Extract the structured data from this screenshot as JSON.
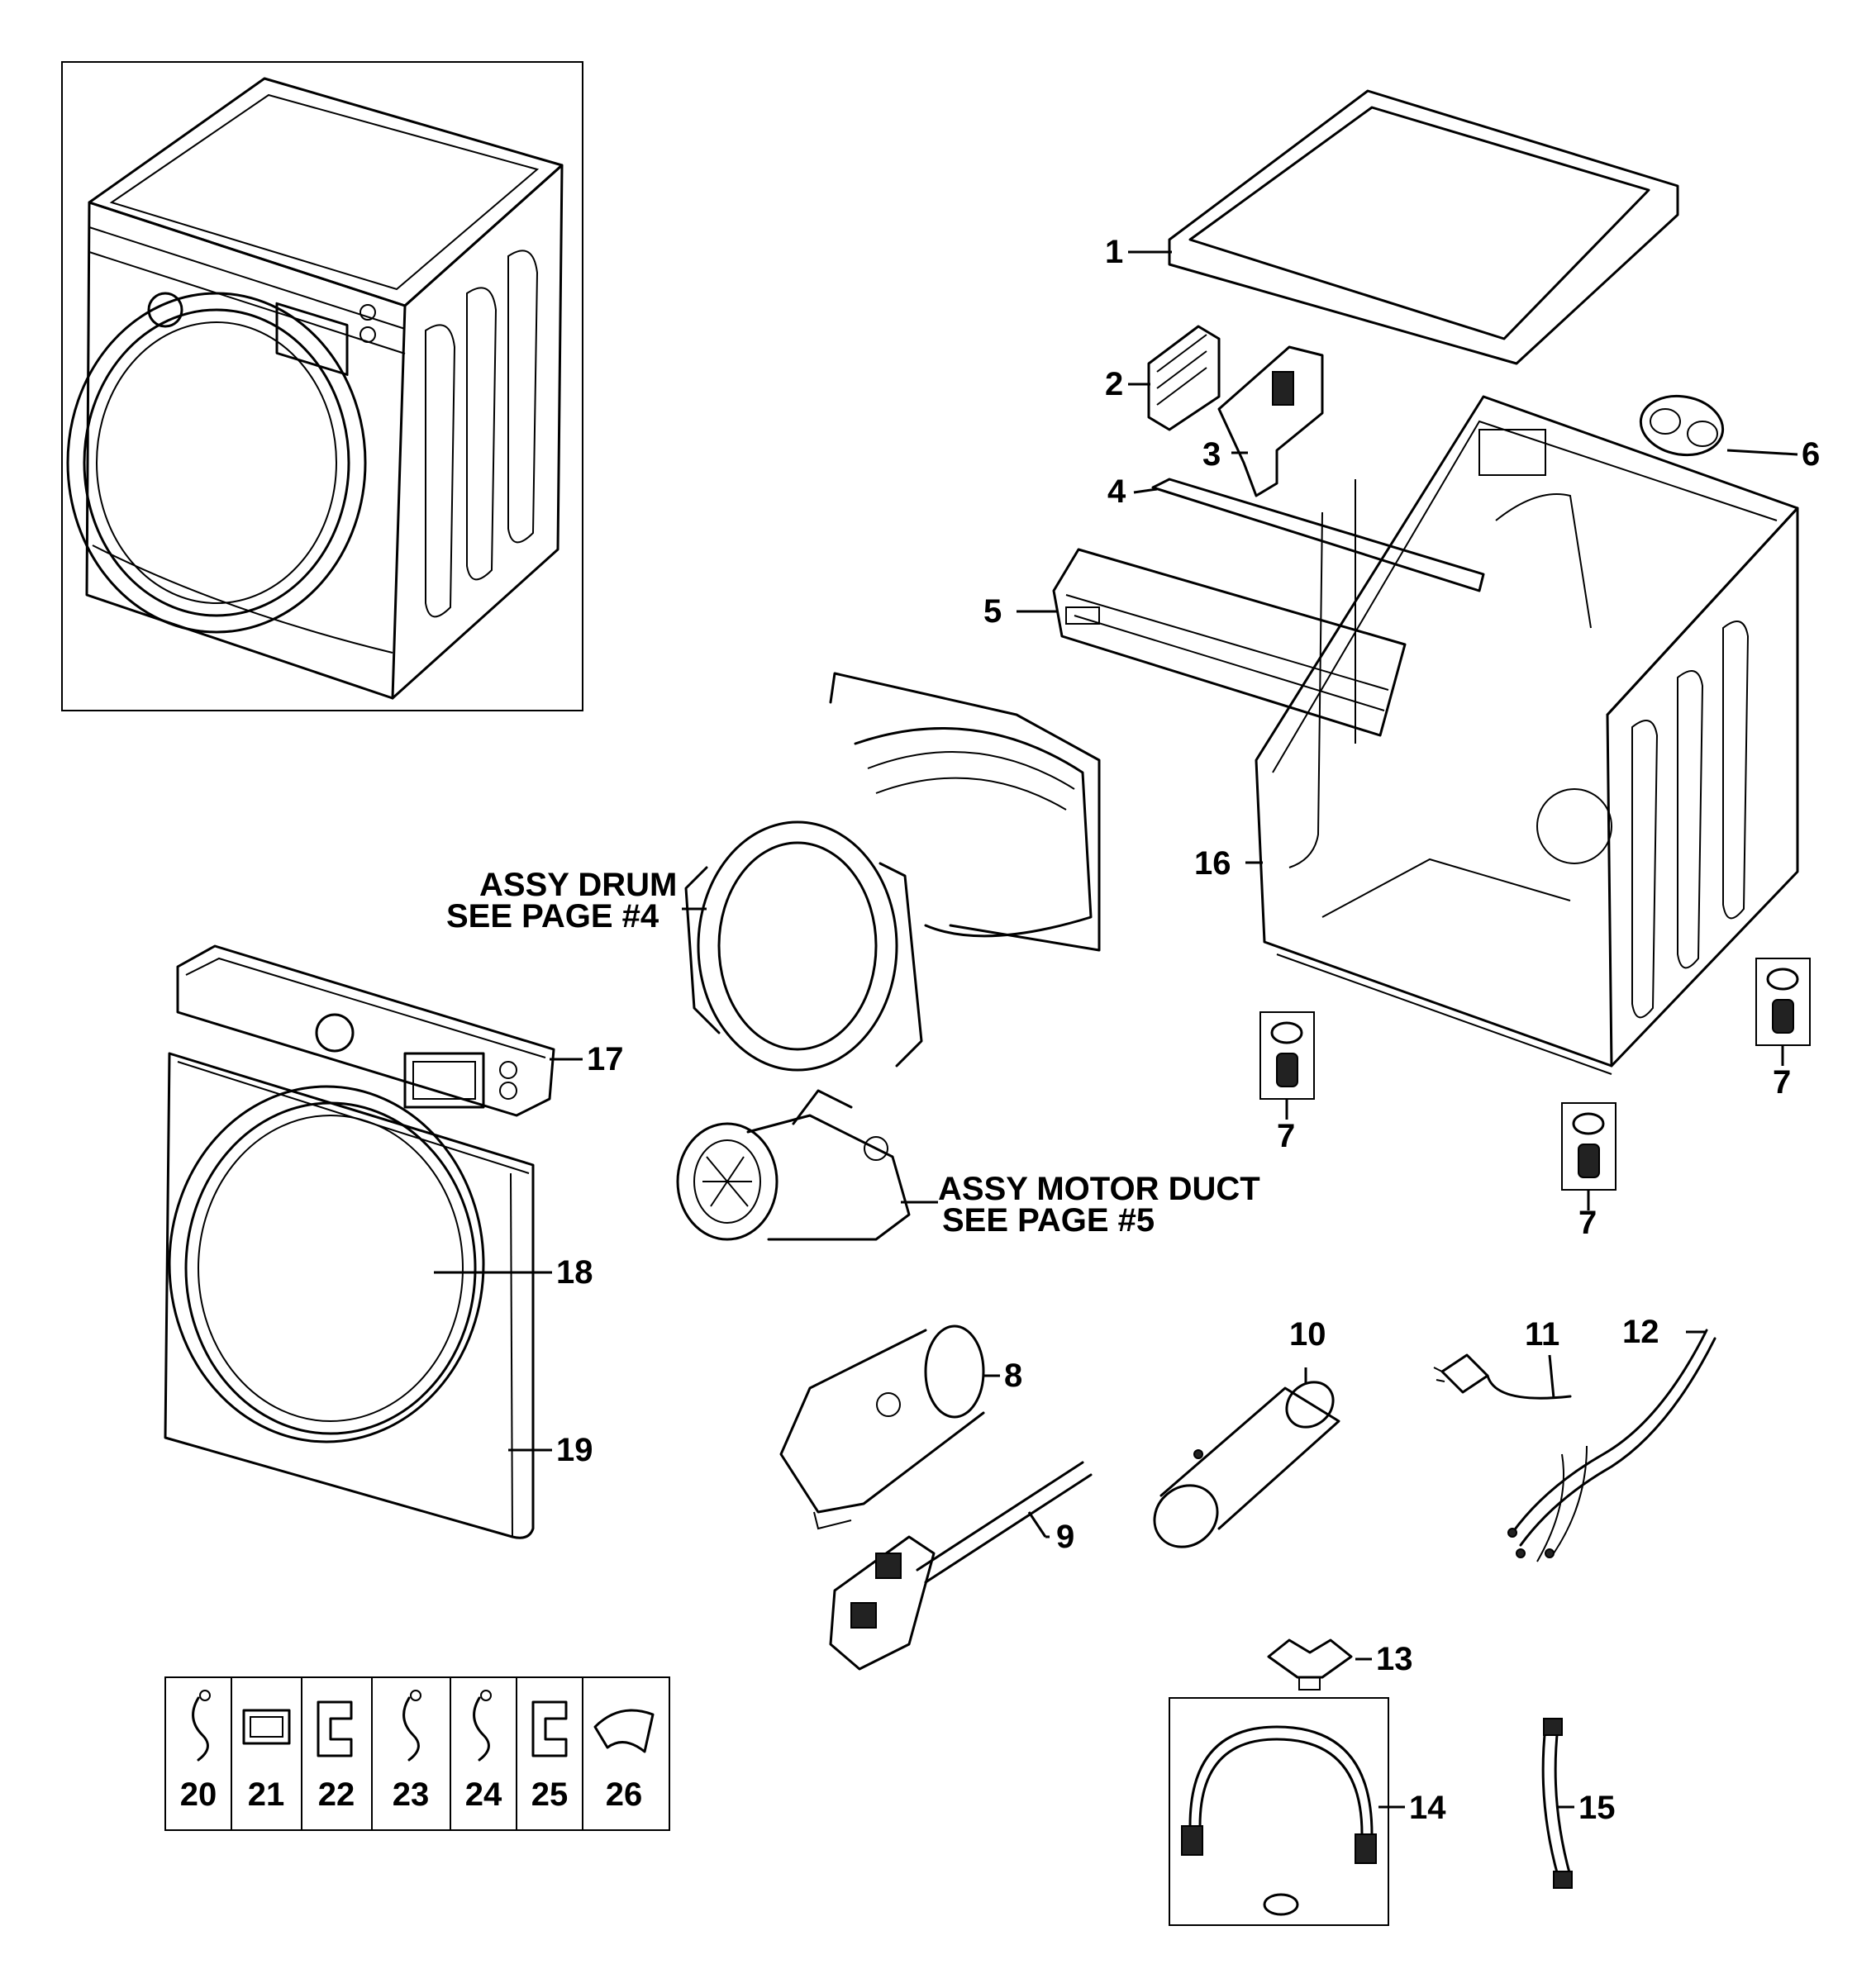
{
  "callouts": {
    "p1": "1",
    "p2": "2",
    "p3": "3",
    "p4": "4",
    "p5": "5",
    "p6": "6",
    "p7a": "7",
    "p7b": "7",
    "p7c": "7",
    "p8": "8",
    "p9": "9",
    "p10": "10",
    "p11": "11",
    "p12": "12",
    "p13": "13",
    "p14": "14",
    "p15": "15",
    "p16": "16",
    "p17": "17",
    "p18": "18",
    "p19": "19"
  },
  "notes": {
    "drum_line1": "ASSY DRUM",
    "drum_line2": "SEE PAGE #4",
    "motor_line1": "ASSY MOTOR DUCT",
    "motor_line2": "SEE PAGE #5"
  },
  "clip_grid": [
    "20",
    "21",
    "22",
    "23",
    "24",
    "25",
    "26"
  ]
}
